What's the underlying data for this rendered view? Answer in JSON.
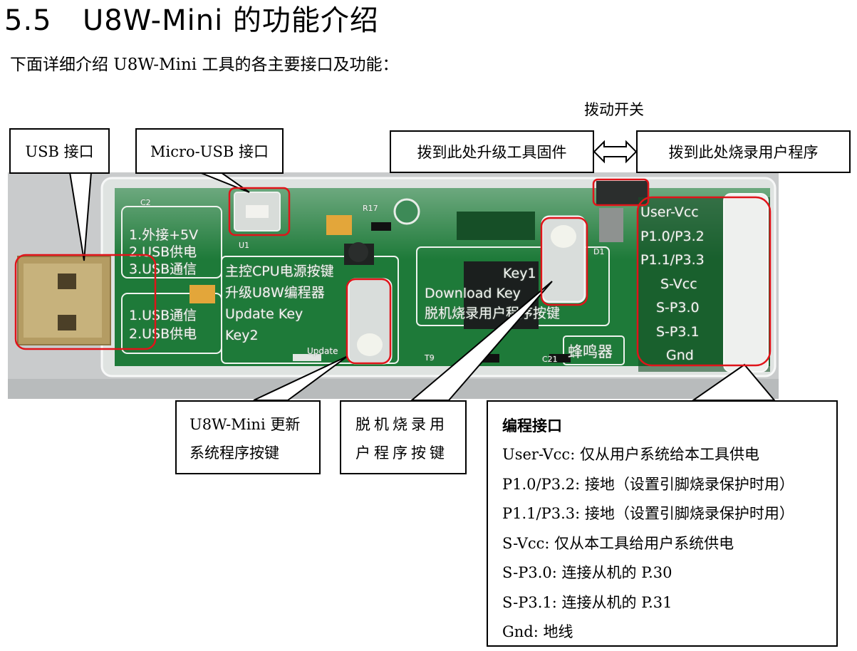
{
  "header": {
    "number": "5.5",
    "title": "U8W-Mini 的功能介绍"
  },
  "intro": "下面详细介绍 U8W-Mini 工具的各主要接口及功能：",
  "callouts": {
    "switch_caption": "拨动开关",
    "usb": "USB 接口",
    "micro_usb": "Micro-USB 接口",
    "firmware_side": "拨到此处升级工具固件",
    "user_side": "拨到此处烧录用户程序",
    "update_key_line1": "U8W-Mini  更新",
    "update_key_line2": "系统程序按键",
    "offline_key_line1": "脱机烧录用",
    "offline_key_line2": "户程序按键"
  },
  "programming_interface": {
    "heading": "编程接口",
    "lines": [
      "User-Vcc:  仅从用户系统给本工具供电",
      "P1.0/P3.2:  接地（设置引脚烧录保护时用）",
      "P1.1/P3.3:  接地（设置引脚烧录保护时用）",
      "S-Vcc:  仅从本工具给用户系统供电",
      "S-P3.0:  连接从机的 P.30",
      "S-P3.1:  连接从机的 P.31",
      "Gnd:  地线"
    ]
  },
  "board_silkscreen": {
    "left_top": [
      "1.外接+5V",
      "2.USB供电",
      "3.USB通信"
    ],
    "left_bottom": [
      "1.USB通信",
      "2.USB供电"
    ],
    "mid_lines": [
      "主控CPU电源按键",
      "升级U8W编程器",
      "Update Key",
      "Key2"
    ],
    "update_small": "Update",
    "right_lines": [
      "Key1",
      "Download Key",
      "脱机烧录用户程序按键"
    ],
    "buzzer": "蜂鸣器",
    "pins": [
      "User-Vcc",
      "P1.0/P3.2",
      "P1.1/P3.3",
      "S-Vcc",
      "S-P3.0",
      "S-P3.1",
      "Gnd"
    ],
    "small_labels": [
      "C2",
      "R17",
      "U1",
      "C21",
      "T9",
      "D1"
    ]
  },
  "colors": {
    "highlight": "#e0141a",
    "pcb": "#1e7a39",
    "pcb_dark": "#135c2a",
    "usb_metal": "#b49c63",
    "background": "#c9cbcc"
  }
}
